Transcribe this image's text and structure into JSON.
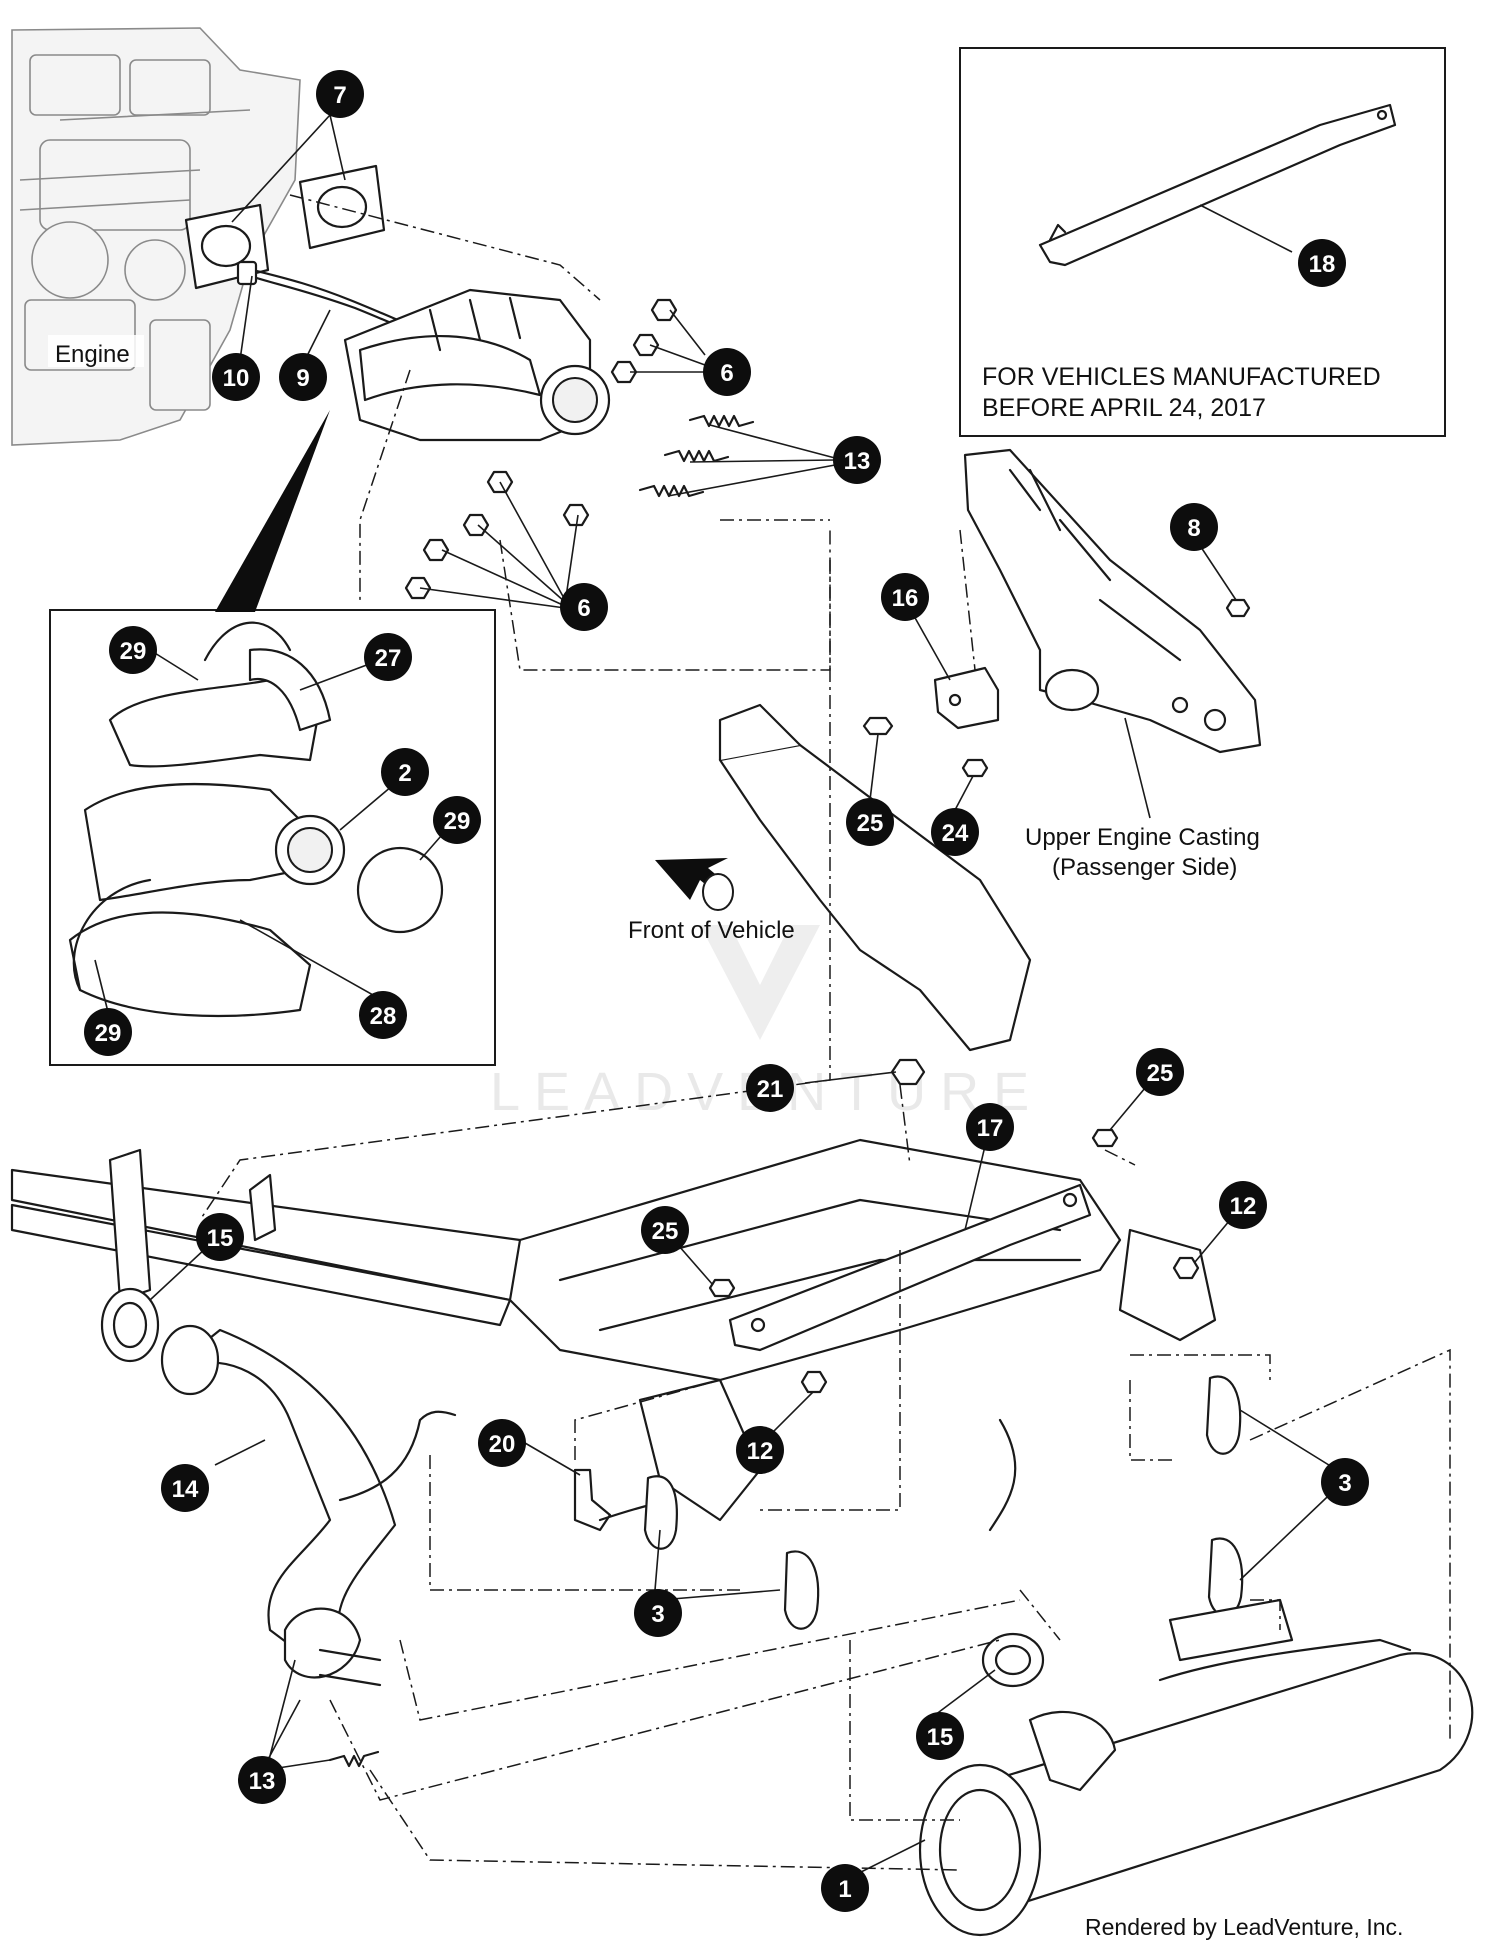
{
  "labels": {
    "engine": "Engine",
    "upper_casting_line1": "Upper Engine Casting",
    "upper_casting_line2": "(Passenger Side)",
    "front_of_vehicle": "Front of Vehicle",
    "note_line1": "FOR VEHICLES MANUFACTURED",
    "note_line2": "BEFORE APRIL 24, 2017",
    "credit": "Rendered by LeadVenture, Inc.",
    "watermark": "LEADVENTURE"
  },
  "callouts": [
    {
      "id": "c7",
      "label": "7"
    },
    {
      "id": "c10",
      "label": "10"
    },
    {
      "id": "c9",
      "label": "9"
    },
    {
      "id": "c6a",
      "label": "6"
    },
    {
      "id": "c13a",
      "label": "13"
    },
    {
      "id": "c6b",
      "label": "6"
    },
    {
      "id": "c18",
      "label": "18"
    },
    {
      "id": "c8",
      "label": "8"
    },
    {
      "id": "c16",
      "label": "16"
    },
    {
      "id": "c25a",
      "label": "25"
    },
    {
      "id": "c24",
      "label": "24"
    },
    {
      "id": "c29a",
      "label": "29"
    },
    {
      "id": "c27",
      "label": "27"
    },
    {
      "id": "c2",
      "label": "2"
    },
    {
      "id": "c29b",
      "label": "29"
    },
    {
      "id": "c29c",
      "label": "29"
    },
    {
      "id": "c28",
      "label": "28"
    },
    {
      "id": "c21",
      "label": "21"
    },
    {
      "id": "c25b",
      "label": "25"
    },
    {
      "id": "c17",
      "label": "17"
    },
    {
      "id": "c12a",
      "label": "12"
    },
    {
      "id": "c25c",
      "label": "25"
    },
    {
      "id": "c15a",
      "label": "15"
    },
    {
      "id": "c14",
      "label": "14"
    },
    {
      "id": "c20",
      "label": "20"
    },
    {
      "id": "c12b",
      "label": "12"
    },
    {
      "id": "c3a",
      "label": "3"
    },
    {
      "id": "c3b",
      "label": "3"
    },
    {
      "id": "c15b",
      "label": "15"
    },
    {
      "id": "c13b",
      "label": "13"
    },
    {
      "id": "c1",
      "label": "1"
    }
  ]
}
